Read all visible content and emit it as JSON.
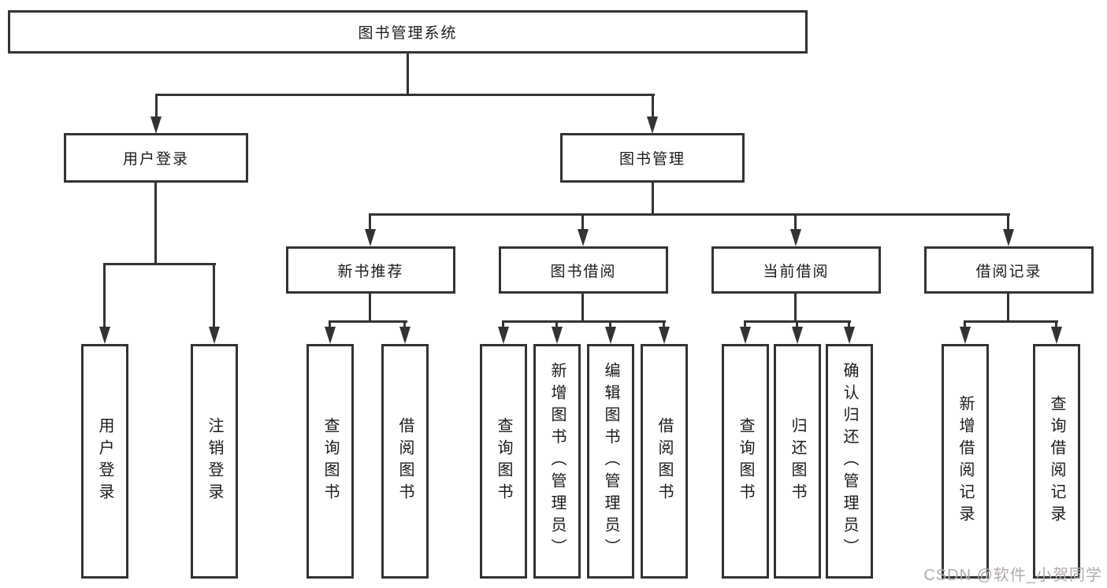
{
  "tree": {
    "root": {
      "label": "图书管理系统",
      "children": [
        {
          "label": "用户登录",
          "children": [
            {
              "label": "用户登录"
            },
            {
              "label": "注销登录"
            }
          ]
        },
        {
          "label": "图书管理",
          "children": [
            {
              "label": "新书推荐",
              "children": [
                {
                  "label": "查询图书"
                },
                {
                  "label": "借阅图书"
                }
              ]
            },
            {
              "label": "图书借阅",
              "children": [
                {
                  "label": "查询图书"
                },
                {
                  "label": "新增图书（管理员）"
                },
                {
                  "label": "编辑图书（管理员）"
                },
                {
                  "label": "借阅图书"
                }
              ]
            },
            {
              "label": "当前借阅",
              "children": [
                {
                  "label": "查询图书"
                },
                {
                  "label": "归还图书"
                },
                {
                  "label": "确认归还（管理员）"
                }
              ]
            },
            {
              "label": "借阅记录",
              "children": [
                {
                  "label": "新增借阅记录"
                },
                {
                  "label": "查询借阅记录"
                }
              ]
            }
          ]
        }
      ]
    }
  },
  "watermark": {
    "text": "CSDN @软件_小贺同学",
    "color": "#b3abab"
  },
  "colors": {
    "line": "#333333",
    "box_border": "#333333",
    "text": "#1a1a1a",
    "background": "#ffffff"
  }
}
